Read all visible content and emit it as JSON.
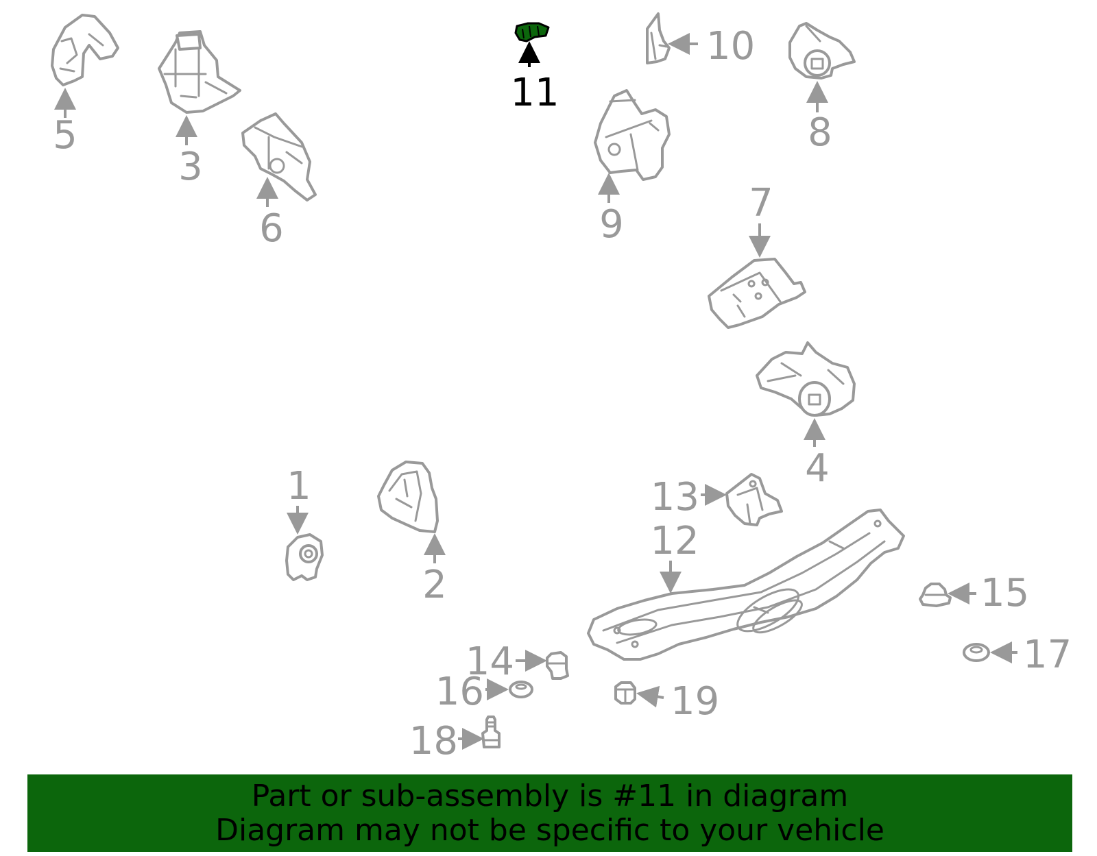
{
  "diagram": {
    "highlighted_part": "11",
    "labels": {
      "p1": "1",
      "p2": "2",
      "p3": "3",
      "p4": "4",
      "p5": "5",
      "p6": "6",
      "p7": "7",
      "p8": "8",
      "p9": "9",
      "p10": "10",
      "p11": "11",
      "p12": "12",
      "p13": "13",
      "p14": "14",
      "p15": "15",
      "p16": "16",
      "p17": "17",
      "p18": "18",
      "p19": "19"
    }
  },
  "colors": {
    "part_stroke": "#999999",
    "highlight_text": "#000000",
    "highlight_part_fill": "#0c660c",
    "banner_background": "#0c660c",
    "banner_text": "#000000"
  },
  "banner": {
    "line1": "Part or sub-assembly is #11 in diagram",
    "line2": "Diagram may not be specific to your vehicle"
  }
}
